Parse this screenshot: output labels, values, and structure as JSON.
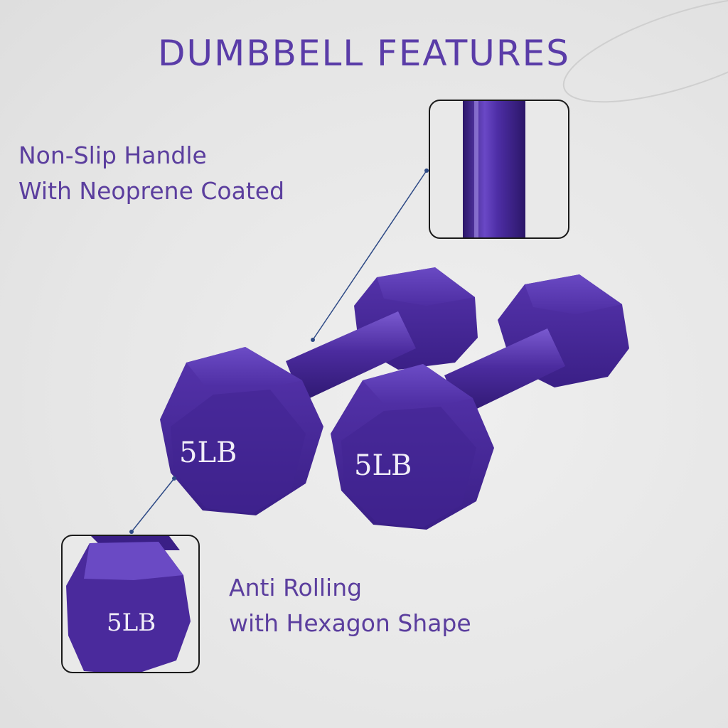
{
  "title": "DUMBBELL FEATURES",
  "features": [
    {
      "lines": [
        "Non-Slip Handle",
        "With Neoprene Coated"
      ]
    },
    {
      "lines": [
        "Anti Rolling",
        "with Hexagon Shape"
      ]
    }
  ],
  "dumbbell": {
    "weight_label": "5LB",
    "color": "#4a2a9c"
  },
  "colors": {
    "title": "#5a3ca8",
    "text": "#5b3e9e",
    "callout_line": "#2e4a86",
    "background": "#e8e8e8"
  }
}
